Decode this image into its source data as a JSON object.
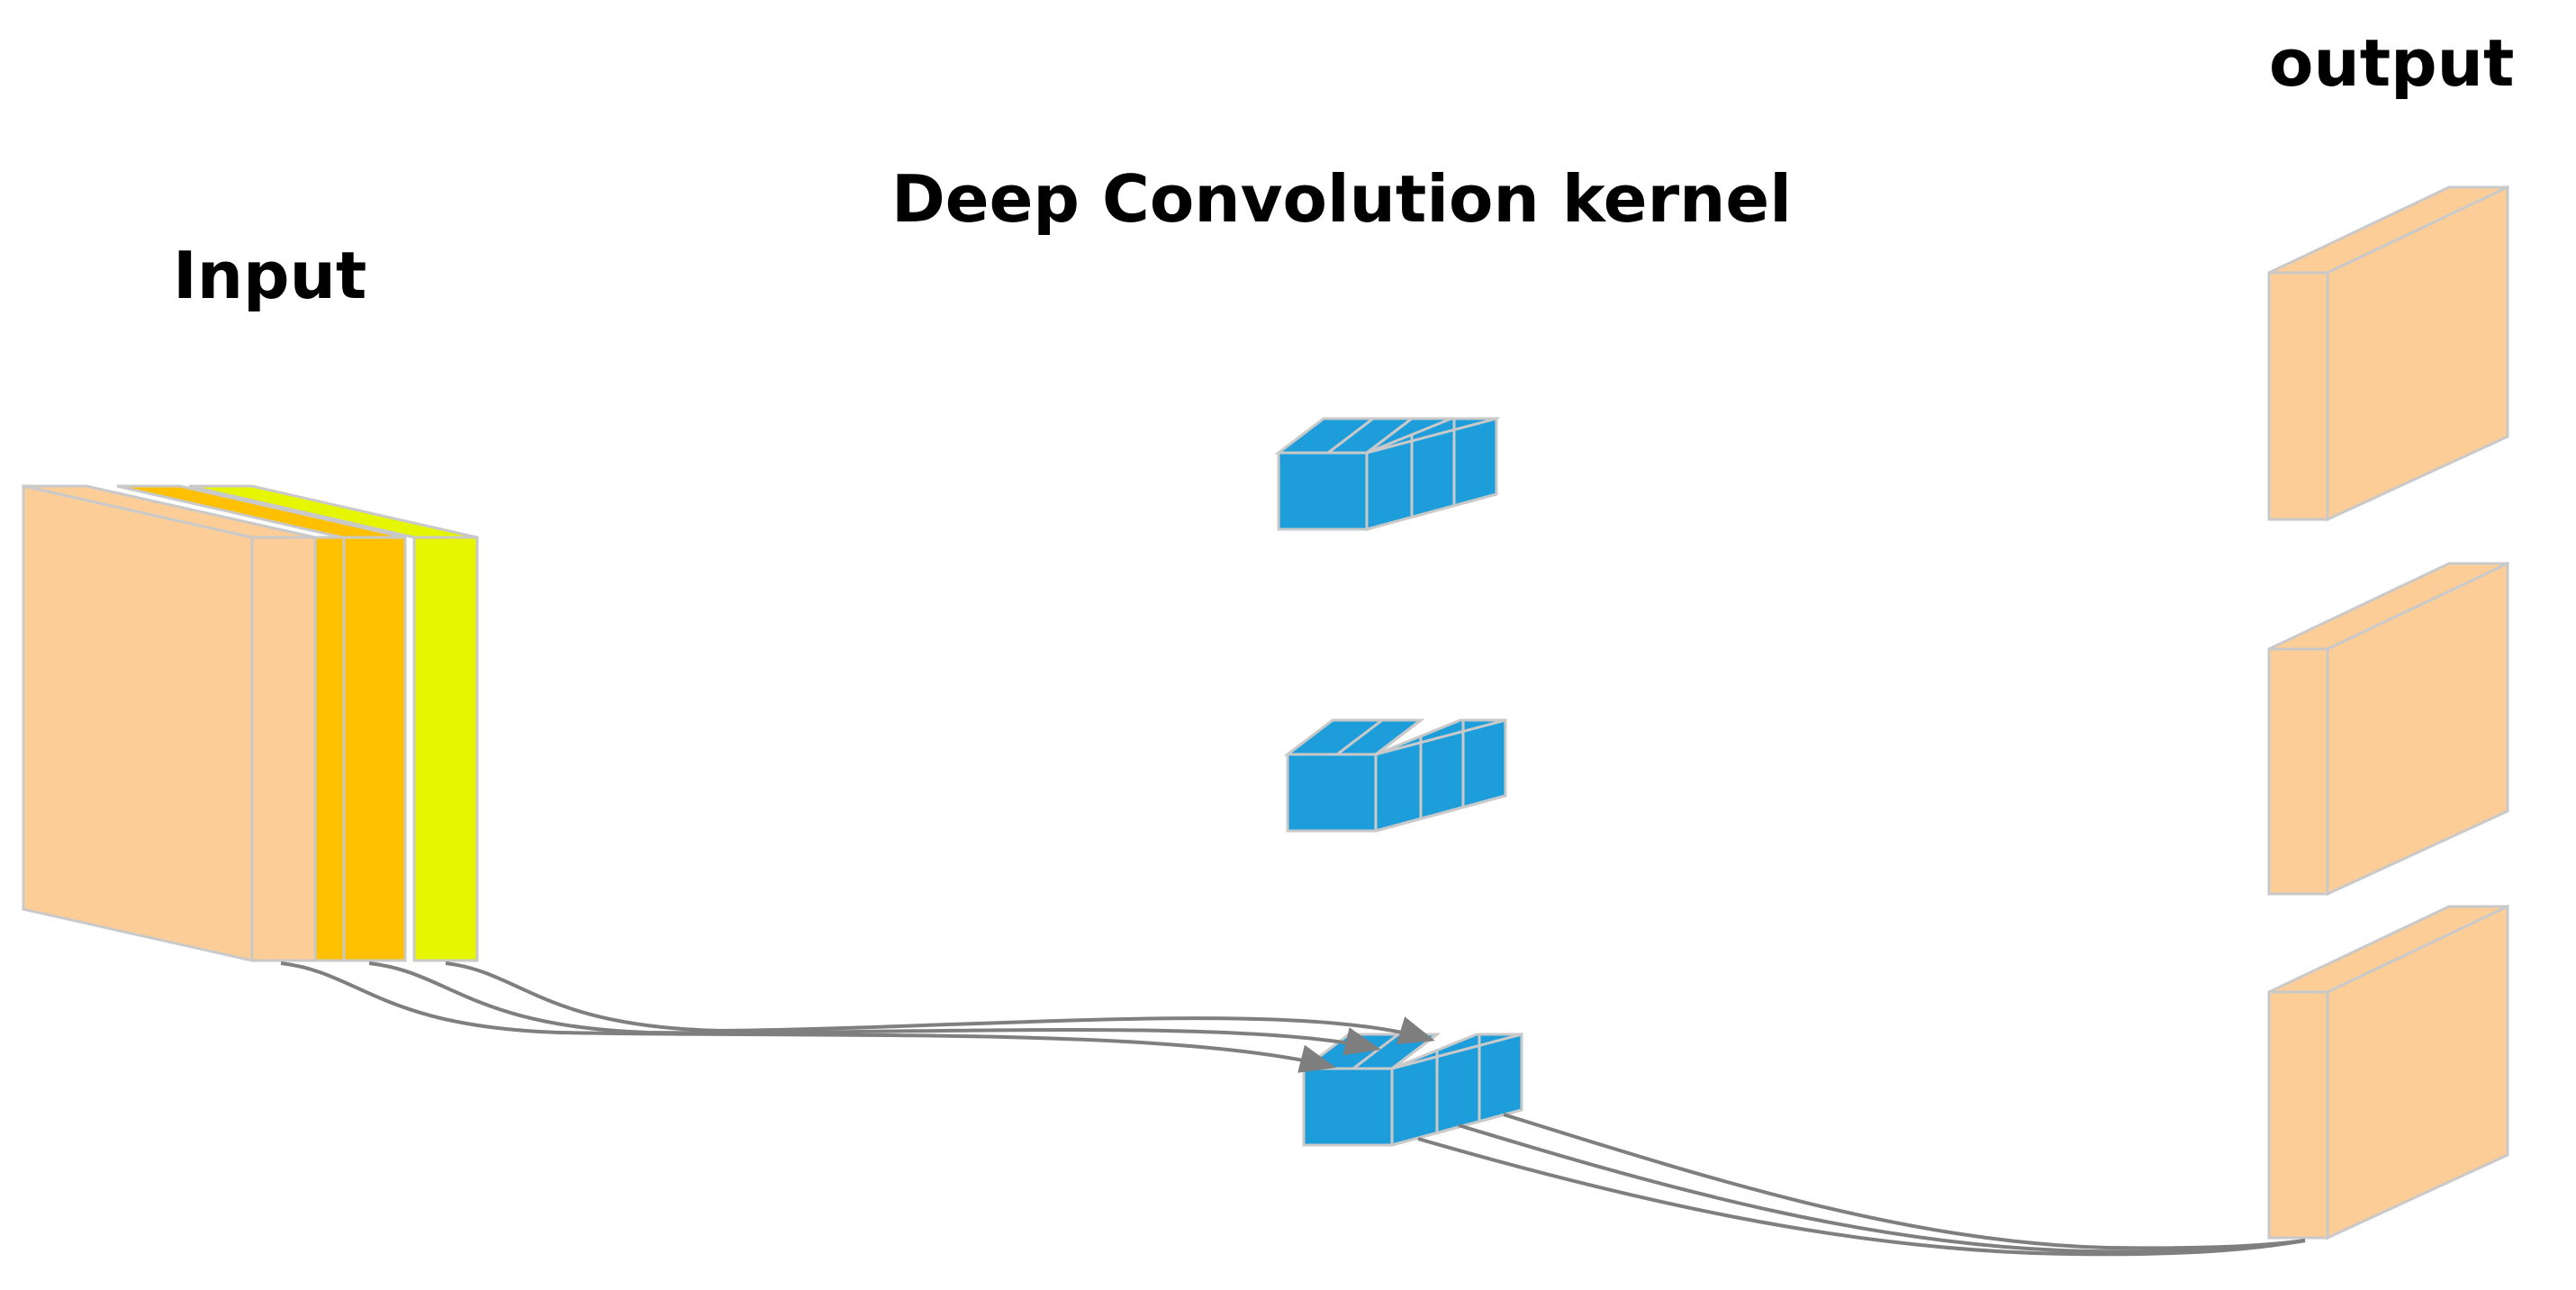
{
  "labels": {
    "input": "Input",
    "kernel": "Deep Convolution kernel",
    "output": "output"
  },
  "colors": {
    "background": "#ffffff",
    "peach": "#FDCD98",
    "orange": "#FFC000",
    "yellow": "#E6F500",
    "blue": "#1E9DDB",
    "edge": "#C9C9C9",
    "connector": "#7F7F7F"
  }
}
